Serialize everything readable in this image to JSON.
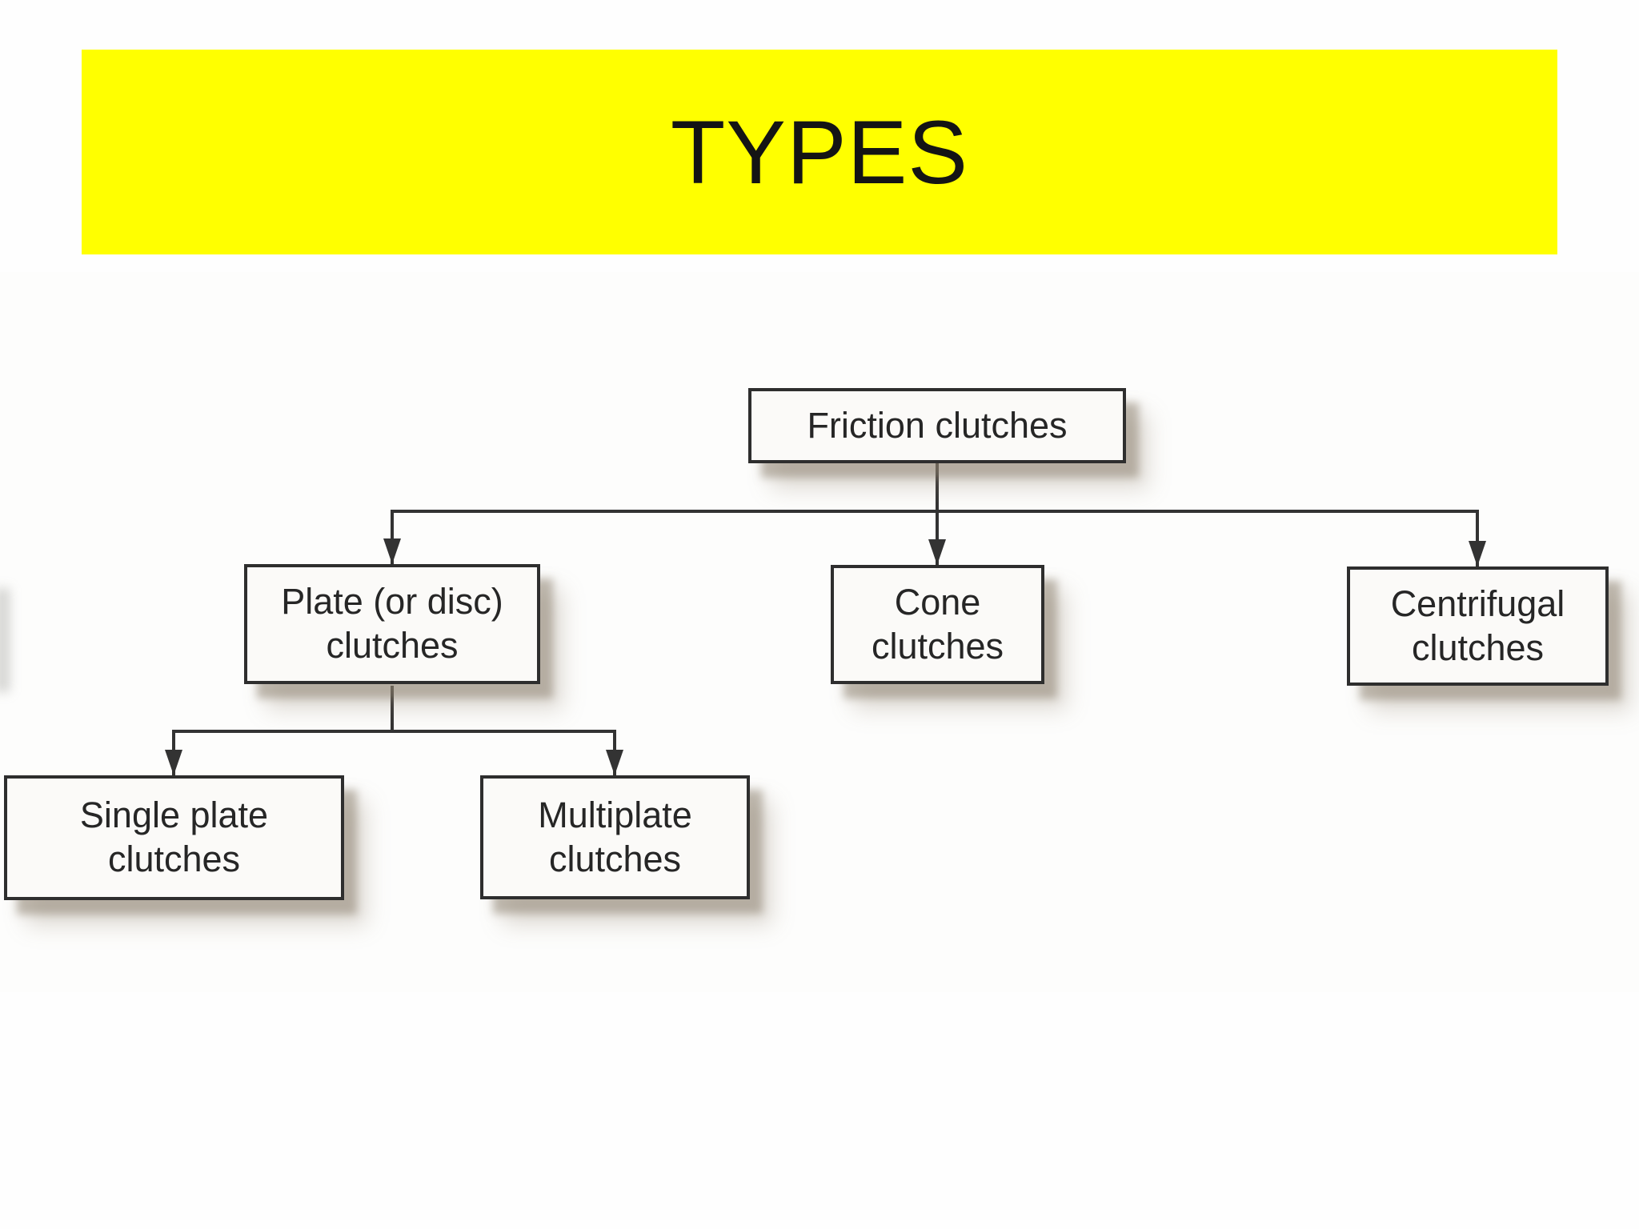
{
  "slide": {
    "title": "TYPES",
    "colors": {
      "banner": "#ffff00",
      "title_text": "#141414",
      "background": "#fefefe",
      "box_fill": "#fbfaf8",
      "box_border": "#2e2e2e",
      "connector_line": "#333333",
      "node_text": "#262626",
      "shadow": "rgba(138,126,108,0.5)"
    }
  },
  "diagram": {
    "nodes": {
      "friction": {
        "label": "Friction clutches"
      },
      "plate": {
        "line1": "Plate (or disc)",
        "line2": "clutches"
      },
      "cone": {
        "line1": "Cone",
        "line2": "clutches"
      },
      "centrifugal": {
        "line1": "Centrifugal",
        "line2": "clutches"
      },
      "single_plate": {
        "line1": "Single plate",
        "line2": "clutches"
      },
      "multiplate": {
        "line1": "Multiplate",
        "line2": "clutches"
      }
    },
    "edges": [
      {
        "from": "Friction clutches",
        "to": "Plate (or disc) clutches"
      },
      {
        "from": "Friction clutches",
        "to": "Cone clutches"
      },
      {
        "from": "Friction clutches",
        "to": "Centrifugal clutches"
      },
      {
        "from": "Plate (or disc) clutches",
        "to": "Single plate clutches"
      },
      {
        "from": "Plate (or disc) clutches",
        "to": "Multiplate clutches"
      }
    ]
  }
}
